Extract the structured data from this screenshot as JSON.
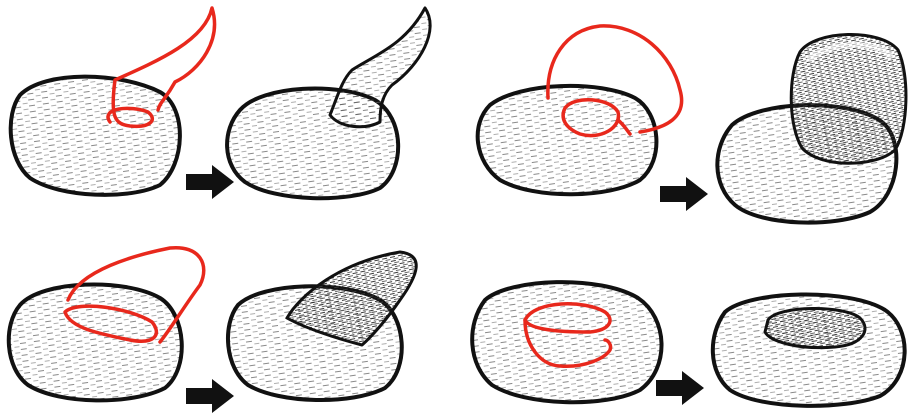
{
  "figure": {
    "description_visible_text": "",
    "colors": {
      "outline": "#111111",
      "stroke_sketch": "#e8281c",
      "shading": "#3a3a3a",
      "arrow": "#111111",
      "background": "#ffffff"
    },
    "panels": [
      {
        "operation": "extrude-tentacle",
        "icons": [
          "blob-with-stroke",
          "arrow-right-icon",
          "blob-with-tentacle"
        ]
      },
      {
        "operation": "add-sphere",
        "icons": [
          "blob-with-loop-stroke",
          "arrow-right-icon",
          "blob-with-sphere"
        ]
      },
      {
        "operation": "extrude-fin",
        "icons": [
          "blob-with-fin-stroke",
          "arrow-right-icon",
          "blob-with-fin"
        ]
      },
      {
        "operation": "cut-hole",
        "icons": [
          "blob-with-cut-stroke",
          "arrow-right-icon",
          "blob-with-hole"
        ]
      }
    ]
  }
}
